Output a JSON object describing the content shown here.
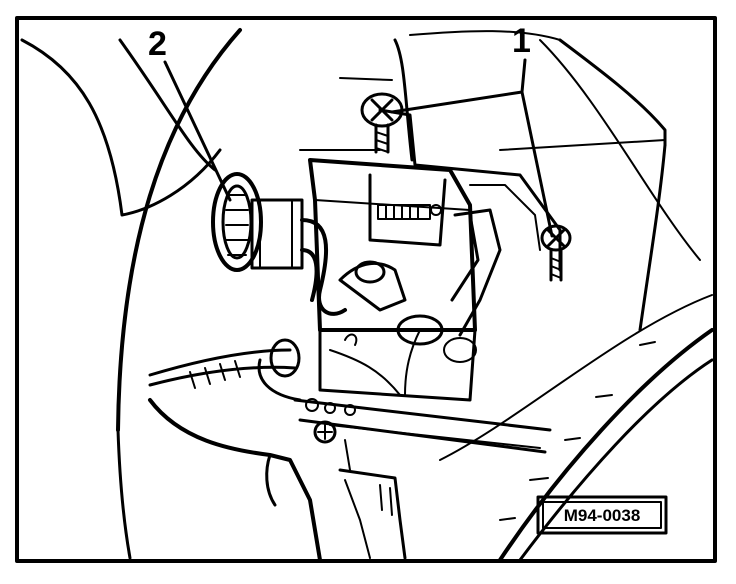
{
  "figure": {
    "callouts": [
      {
        "id": "1",
        "label": "1"
      },
      {
        "id": "2",
        "label": "2"
      }
    ],
    "reference_code": "M94-0038"
  }
}
